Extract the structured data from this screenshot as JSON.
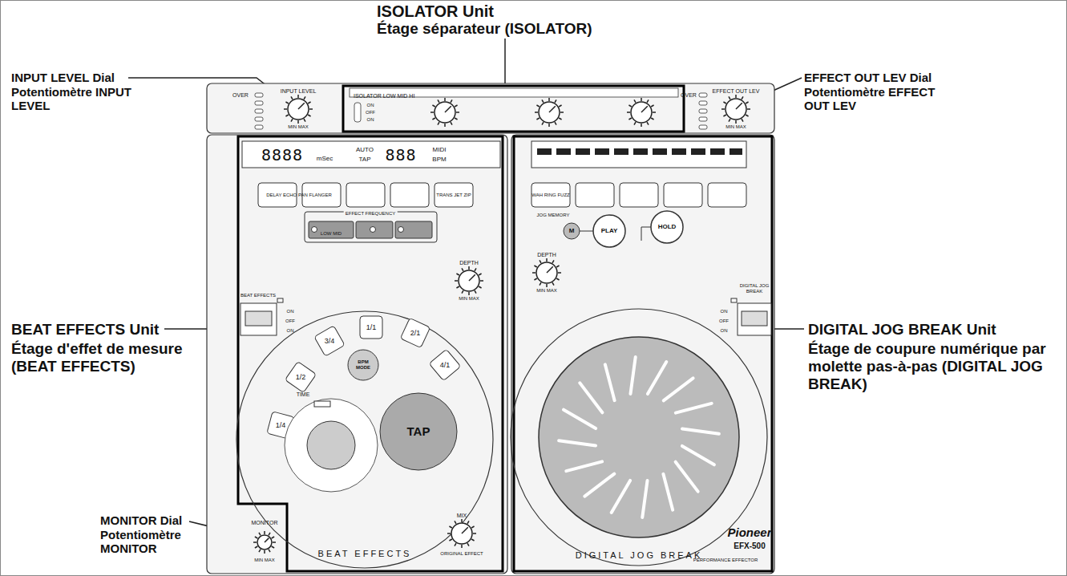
{
  "diagram": {
    "labels": [
      "ISOLATOR Unit",
      "Étage séparateur (ISOLATOR)",
      "INPUT LEVEL Dial",
      "Potentiomètre INPUT LEVEL",
      "EFFECT OUT LEV Dial",
      "Potentiomètre EFFECT OUT LEV",
      "BEAT EFFECTS Unit",
      "Étage d'effet de mesure (BEAT EFFECTS)",
      "DIGITAL JOG BREAK Unit",
      "Étage de coupure numérique par molette pas-à-pas (DIGITAL JOG BREAK)",
      "MONITOR Dial",
      "Potentiomètre MONITOR",
      "OVER",
      "INPUT LEVEL",
      "MIN MAX",
      "ISOLATOR LOW MID HI",
      "ON",
      "OFF",
      "ON",
      "EFFECT OUT LEV",
      "OVER",
      "MIN MAX",
      "8888",
      "mSec",
      "AUTO",
      "TAP",
      "888",
      "MIDI",
      "BPM",
      "DELAY ECHO PAN FLANGER",
      "TRANS JET ZIP",
      "EFFECT FREQUENCY",
      "LOW MID",
      "BEAT EFFECTS",
      "ON",
      "OFF",
      "ON",
      "DEPTH",
      "MIN MAX",
      "3/4",
      "1/1",
      "2/1",
      "4/1",
      "1/2",
      "1/4",
      "BPM MODE",
      "TIME",
      "TAP",
      "MIX",
      "ORIGINAL EFFECT",
      "BEAT EFFECTS",
      "MONITOR",
      "MIN MAX",
      "WAH RING FUZZ",
      "JOG MEMORY",
      "M",
      "PLAY",
      "HOLD",
      "DIGITAL JOG BREAK",
      "ON",
      "OFF",
      "ON",
      "DEPTH",
      "MIN MAX",
      "DIGITAL JOG BREAK",
      "Pioneer",
      "EFX-500",
      "PERFORMANCE EFFECTOR"
    ]
  }
}
